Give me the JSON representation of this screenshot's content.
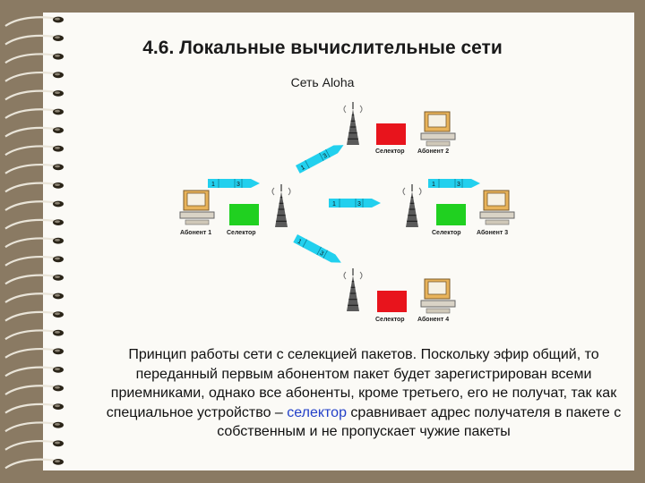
{
  "slide": {
    "title": "4.6. Локальные вычислительные сети",
    "subtitle": "Сеть Aloha"
  },
  "diagram": {
    "stations": [
      {
        "selector_label": "Селектор",
        "subscriber_label": "Абонент 2",
        "selector_color": "#e8141c"
      },
      {
        "selector_label": "Селектор",
        "subscriber_label": "Абонент 1",
        "selector_color": "#20d020"
      },
      {
        "selector_label": "Селектор",
        "subscriber_label": "Абонент 3",
        "selector_color": "#20d020"
      },
      {
        "selector_label": "Селектор",
        "subscriber_label": "Абонент 4",
        "selector_color": "#e8141c"
      }
    ],
    "packet": {
      "field_a": "1",
      "field_b": "3"
    },
    "packet_color": "#22d0ee"
  },
  "body": {
    "text_before": "Принцип работы сети с селекцией пакетов. Поскольку эфир общий, то переданный первым абонентом пакет будет зарегистрирован всеми приемниками, однако все абоненты, кроме третьего, его не получат, так как специальное устройство – ",
    "highlight": "селектор",
    "text_after": " сравнивает адрес получателя в пакете с собственным и не пропускает чужие пакеты",
    "highlight_color": "#2340c8"
  }
}
